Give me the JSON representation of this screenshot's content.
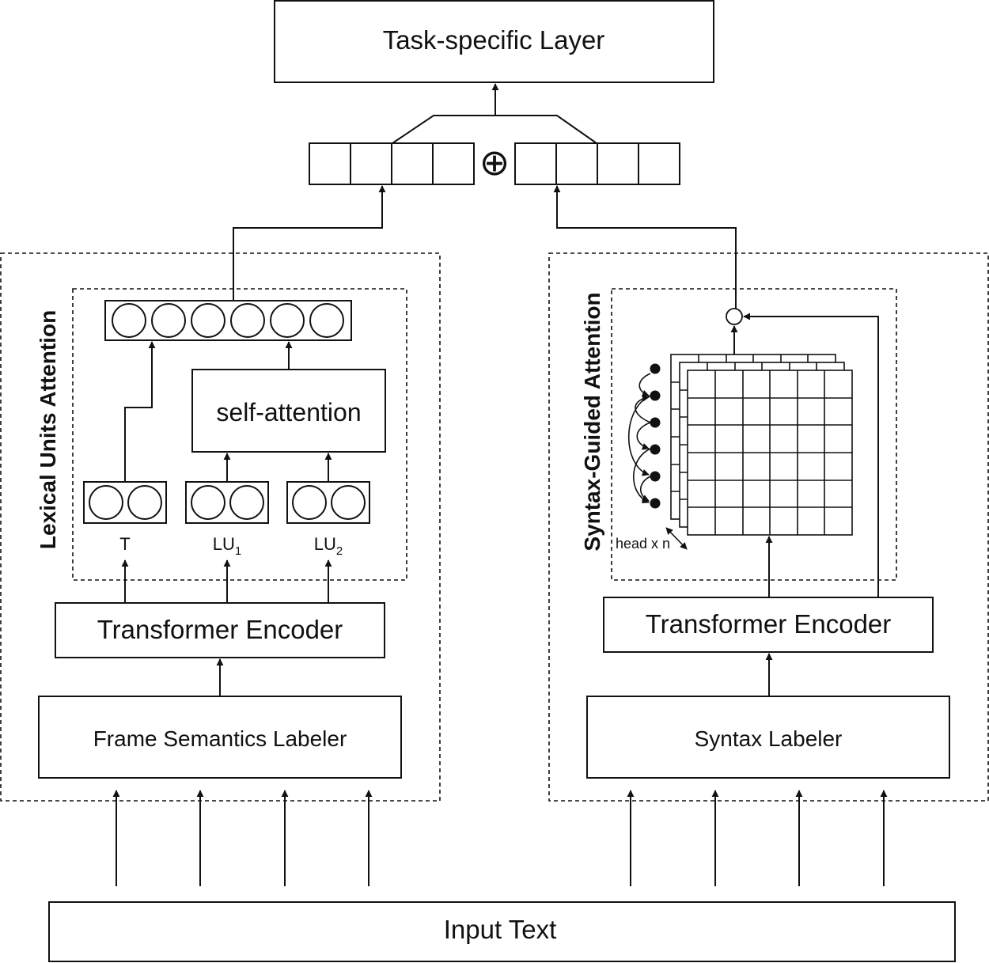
{
  "diagram": {
    "task_layer": "Task-specific Layer",
    "concat_symbol": "⊕",
    "left_branch": {
      "title": "Lexical Units Attention",
      "self_attention": "self-attention",
      "inputs": [
        {
          "label": "T",
          "sub": ""
        },
        {
          "label": "LU",
          "sub": "1"
        },
        {
          "label": "LU",
          "sub": "2"
        }
      ],
      "encoder": "Transformer Encoder",
      "labeler": "Frame Semantics Labeler"
    },
    "right_branch": {
      "title": "Syntax-Guided Attention",
      "heads_label": "head x n",
      "encoder": "Transformer Encoder",
      "labeler": "Syntax Labeler"
    },
    "input": "Input Text"
  }
}
